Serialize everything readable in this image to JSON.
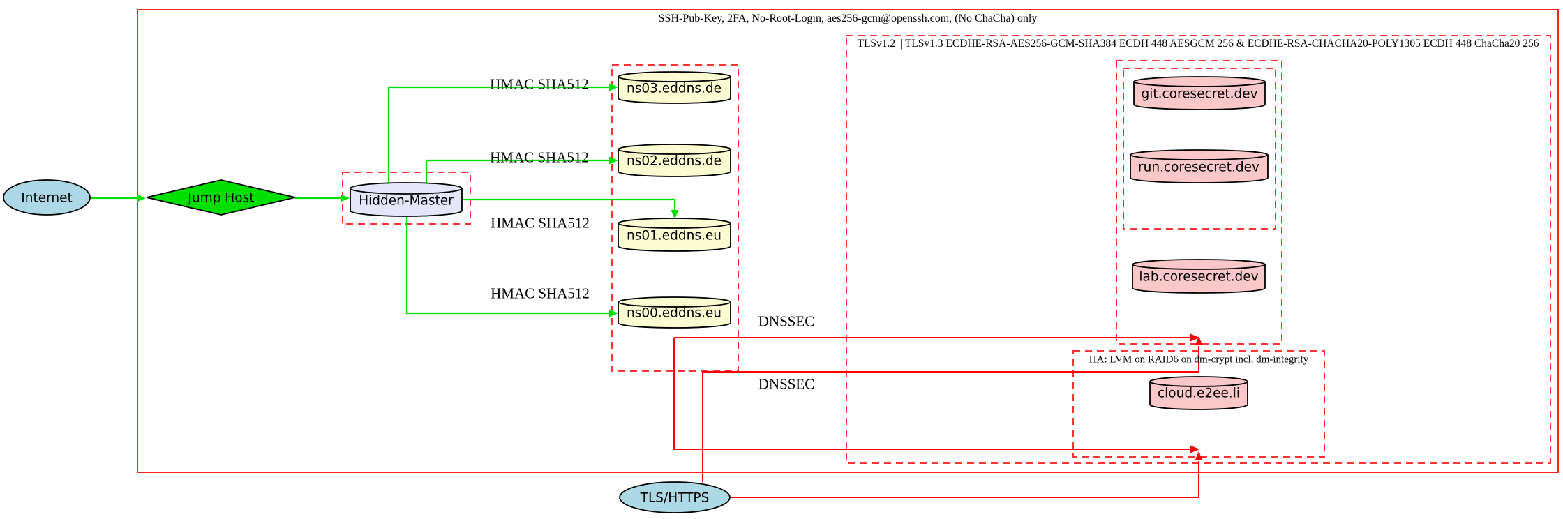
{
  "diagram": {
    "clusters": {
      "ssh": {
        "label": "SSH-Pub-Key, 2FA, No-Root-Login, aes256-gcm@openssh.com, (No ChaCha) only"
      },
      "tls": {
        "label": "TLSv1.2 || TLSv1.3 ECDHE-RSA-AES256-GCM-SHA384 ECDH 448 AESGCM 256 & ECDHE-RSA-CHACHA20-POLY1305 ECDH 448 ChaCha20 256"
      },
      "ha": {
        "label": "HA: LVM on RAID6 on dm-crypt incl. dm-integrity"
      }
    },
    "nodes": {
      "internet": {
        "label": "Internet",
        "shape": "ellipse",
        "fill": "#add8e6"
      },
      "jump_host": {
        "label": "Jump Host",
        "shape": "diamond",
        "fill": "#00e000"
      },
      "hidden_master": {
        "label": "Hidden-Master",
        "shape": "cylinder",
        "fill": "#e6e6fa"
      },
      "ns03": {
        "label": "ns03.eddns.de",
        "shape": "cylinder",
        "fill": "#fcfcd2"
      },
      "ns02": {
        "label": "ns02.eddns.de",
        "shape": "cylinder",
        "fill": "#fcfcd2"
      },
      "ns01": {
        "label": "ns01.eddns.eu",
        "shape": "cylinder",
        "fill": "#fcfcd2"
      },
      "ns00": {
        "label": "ns00.eddns.eu",
        "shape": "cylinder",
        "fill": "#fcfcd2"
      },
      "git": {
        "label": "git.coresecret.dev",
        "shape": "cylinder",
        "fill": "#fac8c8"
      },
      "run": {
        "label": "run.coresecret.dev",
        "shape": "cylinder",
        "fill": "#fac8c8"
      },
      "lab": {
        "label": "lab.coresecret.dev",
        "shape": "cylinder",
        "fill": "#fac8c8"
      },
      "cloud": {
        "label": "cloud.e2ee.li",
        "shape": "cylinder",
        "fill": "#fac8c8"
      },
      "tls_https": {
        "label": "TLS/HTTPS",
        "shape": "ellipse",
        "fill": "#add8e6"
      }
    },
    "edge_labels": {
      "hmac_ns03": "HMAC SHA512",
      "hmac_ns02": "HMAC SHA512",
      "hmac_ns01": "HMAC SHA512",
      "hmac_ns00": "HMAC SHA512",
      "dnssec_1": "DNSSEC",
      "dnssec_2": "DNSSEC"
    },
    "colors": {
      "edge_green": "#00e000",
      "edge_red": "#ff0000",
      "cluster_red": "#ff2222",
      "node_lightblue": "#add8e6",
      "node_lightyellow": "#fcfcd2",
      "node_pink": "#fac8c8",
      "node_lavender": "#e6e6fa"
    }
  }
}
